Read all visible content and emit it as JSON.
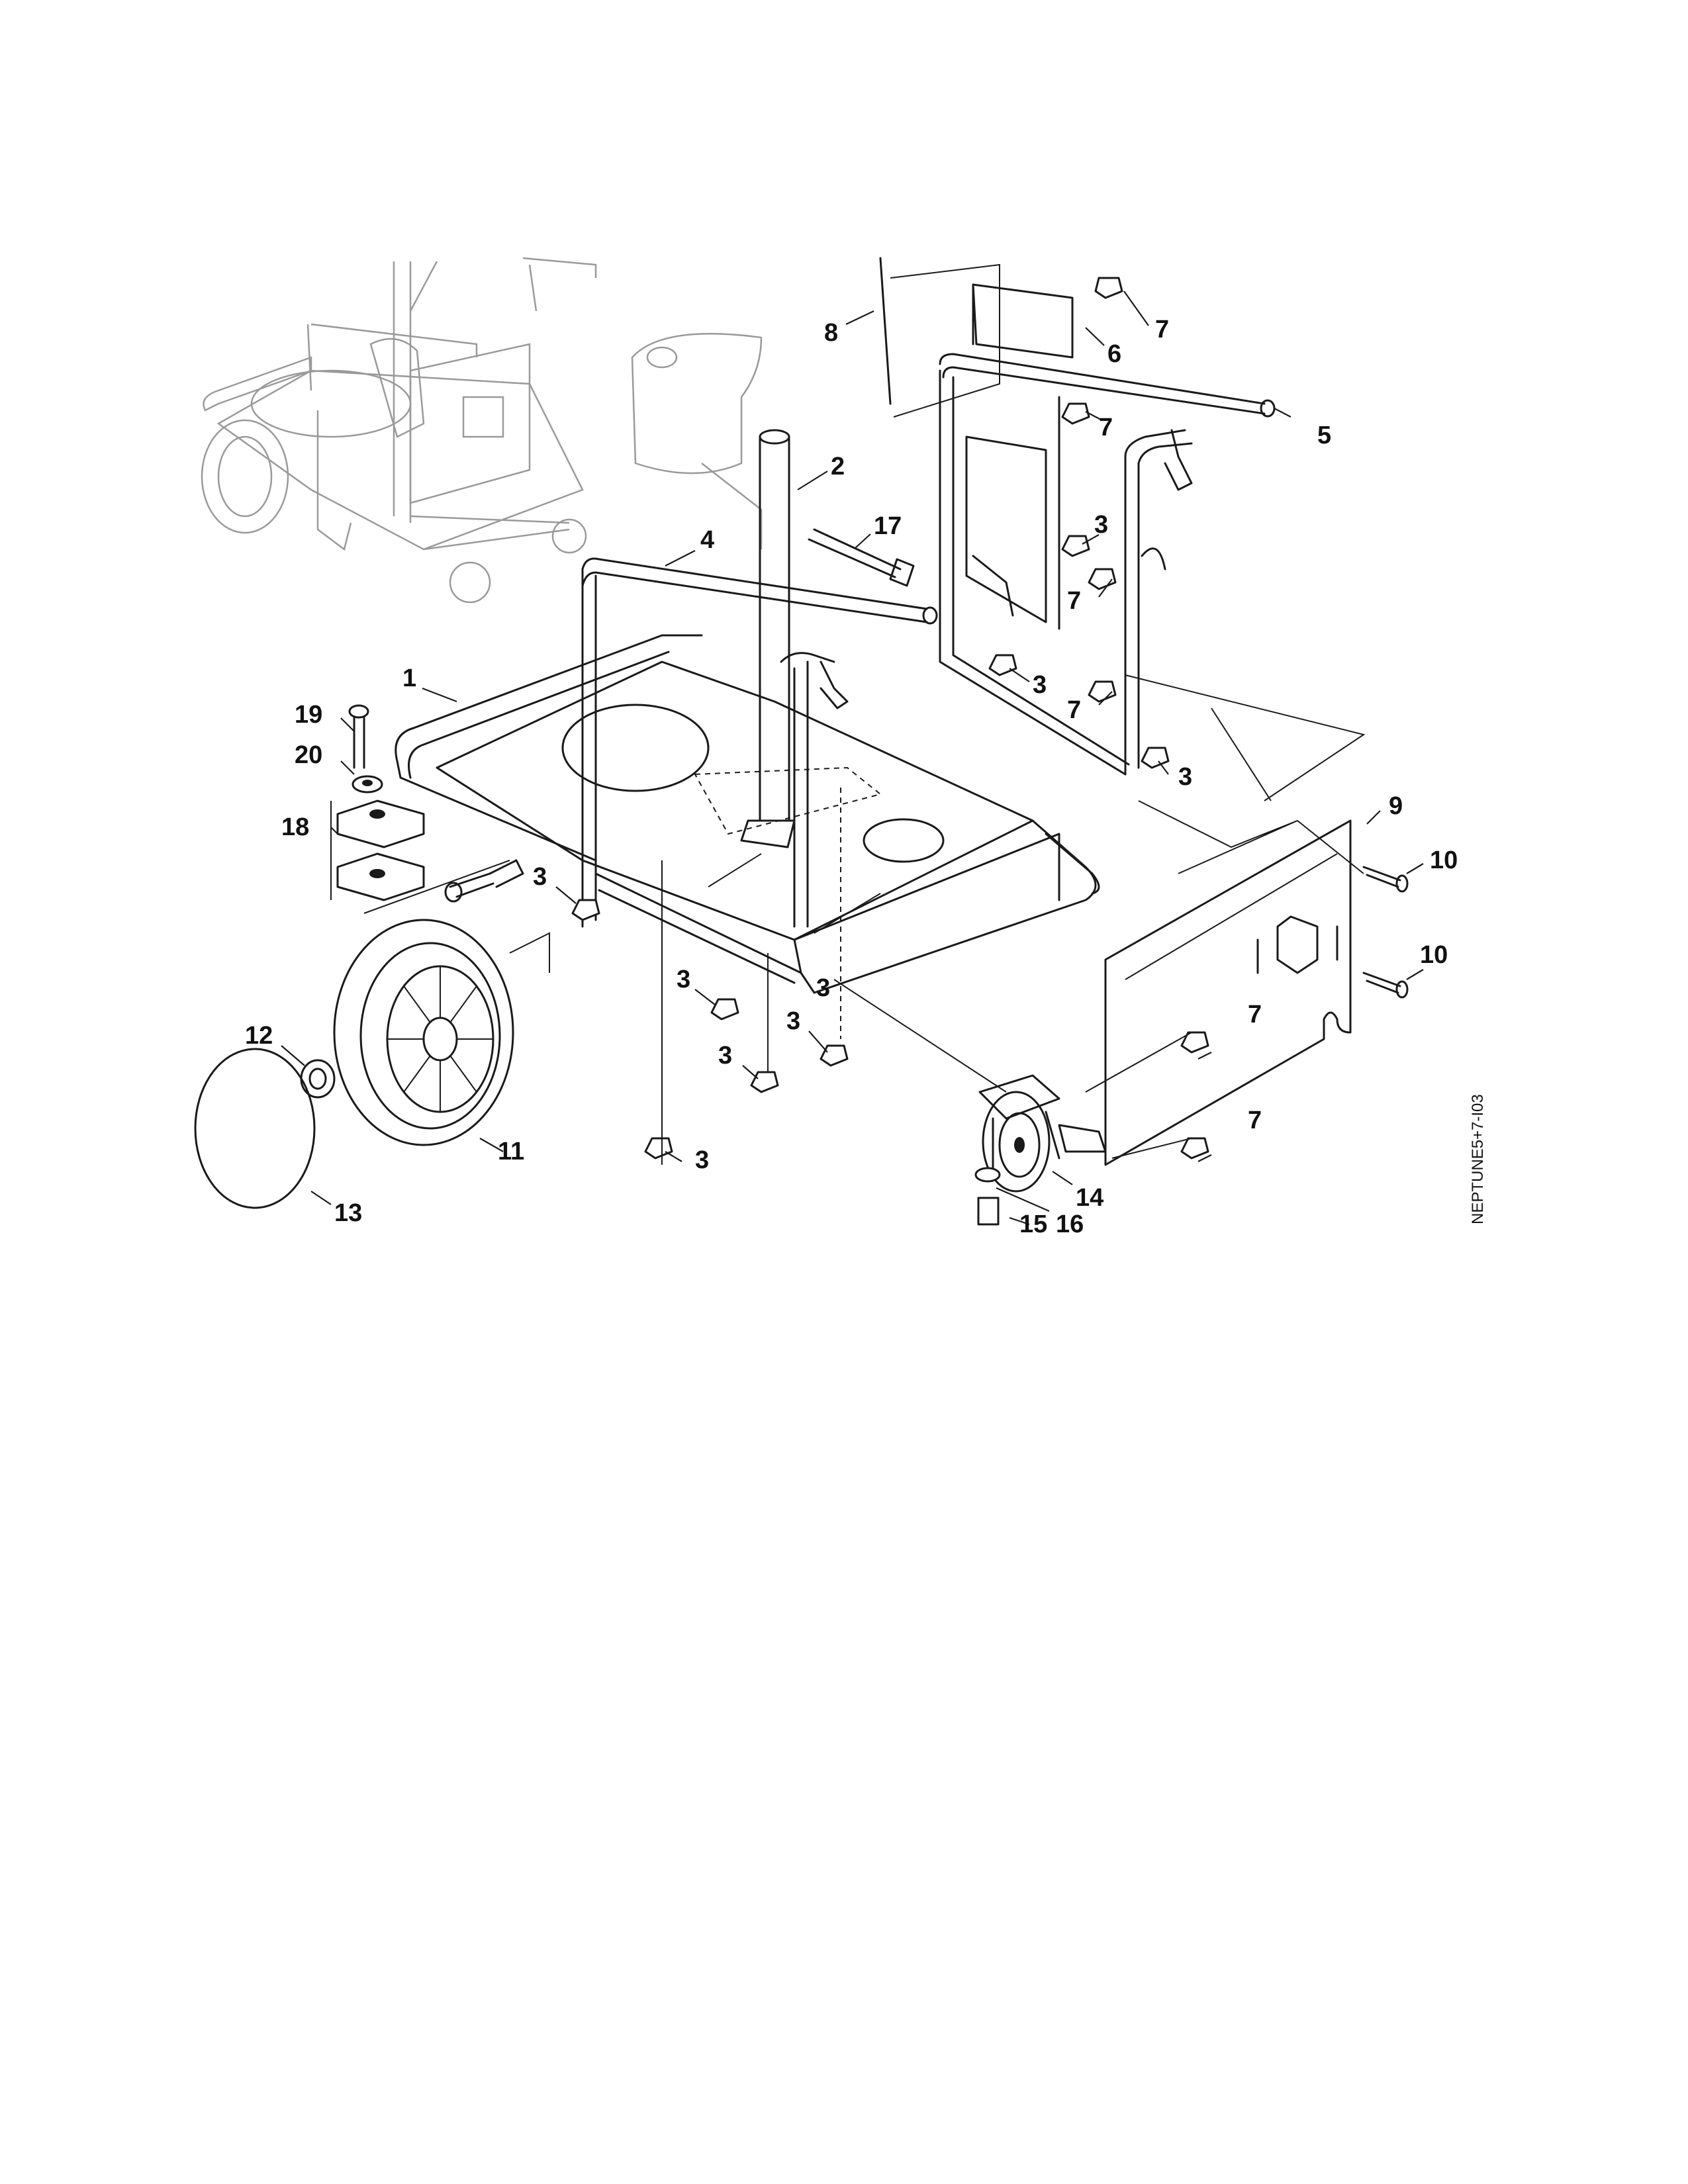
{
  "figure_id": "NEPTUNE5+7-I03",
  "callouts": [
    {
      "id": "c1",
      "label": "1"
    },
    {
      "id": "c2",
      "label": "2"
    },
    {
      "id": "c3a",
      "label": "3"
    },
    {
      "id": "c3b",
      "label": "3"
    },
    {
      "id": "c3c",
      "label": "3"
    },
    {
      "id": "c3d",
      "label": "3"
    },
    {
      "id": "c3e",
      "label": "3"
    },
    {
      "id": "c3f",
      "label": "3"
    },
    {
      "id": "c3g",
      "label": "3"
    },
    {
      "id": "c3h",
      "label": "3"
    },
    {
      "id": "c3i",
      "label": "3"
    },
    {
      "id": "c4",
      "label": "4"
    },
    {
      "id": "c5",
      "label": "5"
    },
    {
      "id": "c6",
      "label": "6"
    },
    {
      "id": "c7a",
      "label": "7"
    },
    {
      "id": "c7b",
      "label": "7"
    },
    {
      "id": "c7c",
      "label": "7"
    },
    {
      "id": "c7d",
      "label": "7"
    },
    {
      "id": "c7e",
      "label": "7"
    },
    {
      "id": "c7f",
      "label": "7"
    },
    {
      "id": "c8",
      "label": "8"
    },
    {
      "id": "c9",
      "label": "9"
    },
    {
      "id": "c10a",
      "label": "10"
    },
    {
      "id": "c10b",
      "label": "10"
    },
    {
      "id": "c11",
      "label": "11"
    },
    {
      "id": "c12",
      "label": "12"
    },
    {
      "id": "c13",
      "label": "13"
    },
    {
      "id": "c14",
      "label": "14"
    },
    {
      "id": "c15",
      "label": "15"
    },
    {
      "id": "c16",
      "label": "16"
    },
    {
      "id": "c17",
      "label": "17"
    },
    {
      "id": "c18",
      "label": "18"
    },
    {
      "id": "c19",
      "label": "19"
    },
    {
      "id": "c20",
      "label": "20"
    }
  ]
}
